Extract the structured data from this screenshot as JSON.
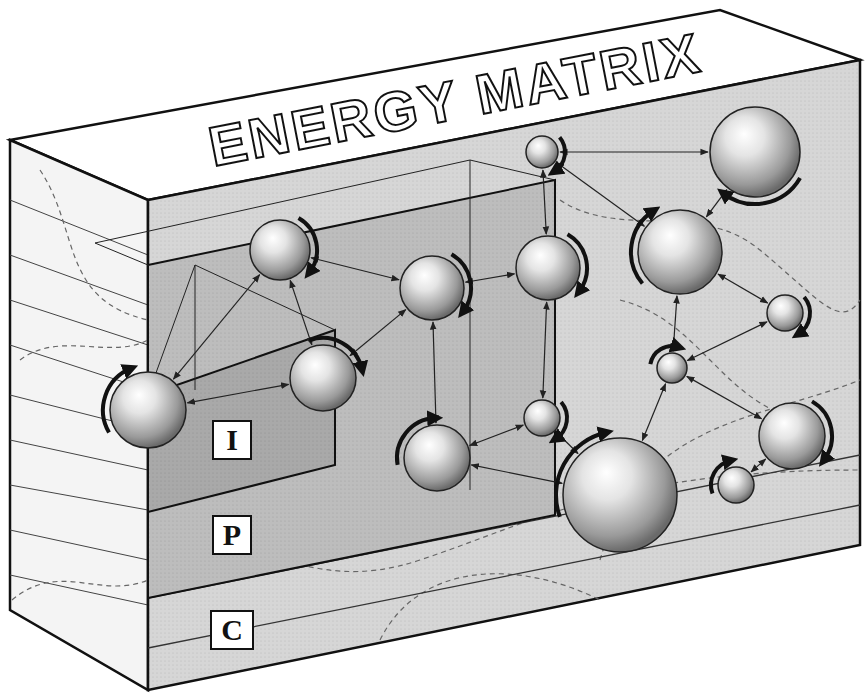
{
  "diagram": {
    "nodes": [
      {
        "text": [
          "I"
        ]
      },
      {
        "text": [
          "P"
        ]
      },
      {
        "text": [
          "C"
        ]
      }
    ],
    "labels": [
      "ENERGY MATRIX"
    ]
  }
}
